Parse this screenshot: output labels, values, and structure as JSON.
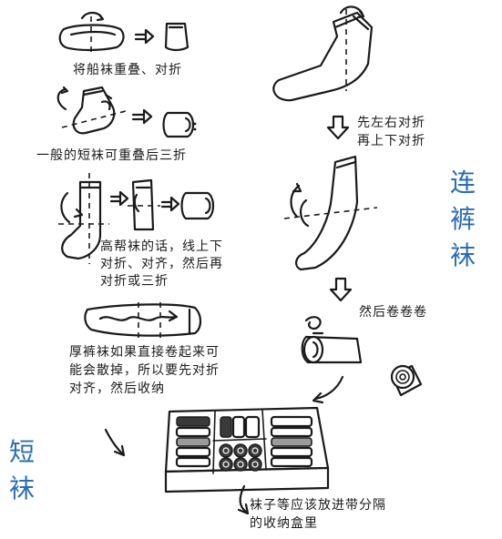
{
  "steps": {
    "boat_sock": "将船袜重叠、对折",
    "ordinary_sock": "一般的短袜可重叠后三折",
    "high_top_line1": "高帮袜的话，线上下",
    "high_top_line2": "对折、对齐，然后再",
    "high_top_line3": "对折或三折",
    "thick_line1": "厚裤袜如果直接卷起来可",
    "thick_line2": "能会散掉，所以要先对折",
    "thick_line3": "对齐，然后收纳",
    "tights_line1": "先左右对折",
    "tights_line2": "再上下对折",
    "roll_text": "然后卷卷卷",
    "storage_line1": "袜子等应该放进带分隔",
    "storage_line2": "的收纳盒里"
  },
  "side_labels": {
    "tights": [
      "连",
      "裤",
      "袜"
    ],
    "short_socks": [
      "短",
      "袜"
    ]
  },
  "icons": [
    "fold-arrow-icon",
    "right-arrow-icon",
    "down-arrow-icon",
    "curved-arrow-icon"
  ]
}
